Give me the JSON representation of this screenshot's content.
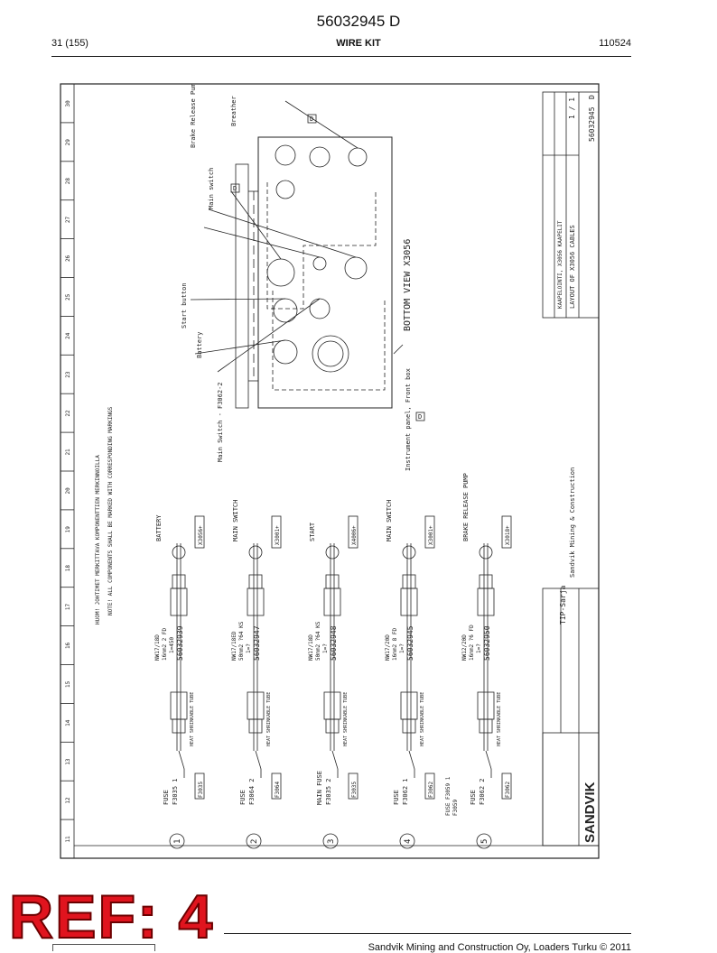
{
  "header": {
    "doc_number": "56032945 D",
    "page": "31 (155)",
    "title": "WIRE KIT",
    "date": "110524"
  },
  "stamp": {
    "text": "REF: 4"
  },
  "footer": {
    "text": "Sandvik Mining and Construction Oy, Loaders Turku © 2011"
  },
  "drawing": {
    "grid_numbers": [
      "30",
      "29",
      "28",
      "27",
      "26",
      "25",
      "24",
      "23",
      "22",
      "21",
      "20",
      "19",
      "18",
      "17",
      "16",
      "15",
      "14",
      "13",
      "12",
      "11"
    ],
    "notes": {
      "line1": "HUOM! JOHTIMET MERKITTAVA KOMPONENTTIEN MERKINNOILLA",
      "line2": "NOTE! ALL COMPONENTS SHALL BE MARKED WITH CORRESPONDING MARKINGS"
    },
    "bottom_view": {
      "title": "BOTTOM VIEW X3056",
      "labels": [
        "Breather",
        "Brake Release Pump",
        "Main switch",
        "Start button",
        "Battery",
        "Main Switch - F3062-2",
        "Instrument panel, Front box"
      ],
      "markers": [
        "D",
        "D",
        "D"
      ]
    },
    "cables": [
      {
        "number": "1",
        "left_label": "FUSE",
        "fuse": "F3035 1",
        "fuse_tag": "F3035",
        "wire": "NW17/18D",
        "area": "16mm2 2 FD",
        "length": "1=450",
        "part": "56032939",
        "right_label": "BATTERY",
        "right_tag": "X3056+"
      },
      {
        "number": "2",
        "left_label": "FUSE",
        "fuse": "F3064 2",
        "fuse_tag": "F3064",
        "wire": "NW17/18ED",
        "area": "50mm2 ?64 KS",
        "length": "1=?",
        "part": "56032947",
        "right_label": "MAIN SWITCH",
        "right_tag": "X3001+"
      },
      {
        "number": "3",
        "left_label": "MAIN FUSE",
        "fuse": "F3035 2",
        "fuse_tag": "F3035",
        "wire": "NW17/18D",
        "area": "50mm2 ?64 KS",
        "length": "1=?",
        "part": "56032948",
        "right_label": "START",
        "right_tag": "X4006+"
      },
      {
        "number": "4",
        "left_label": "FUSE",
        "fuse": "F3062 1",
        "fuse_tag": "F3062",
        "wire": "NW17/20D",
        "area": "16mm2 8 FD",
        "length": "1=?",
        "part": "56032945",
        "right_label": "MAIN SWITCH",
        "right_tag": "X3001+"
      },
      {
        "number": "5",
        "left_label": "FUSE",
        "fuse": "F3062 2",
        "fuse_tag": "F3062",
        "wire": "NW12/20D",
        "area": "16mm2 ?6 FD",
        "length": "1=?",
        "part": "56032950",
        "right_label": "BRAKE RELEASE PUMP",
        "right_tag": "X3018+"
      }
    ],
    "fuse_f3059": "FUSE F3059 1",
    "fuse_f3059_tag": "F3059",
    "heat_shrink_tube": "HEAT SHRINKABLE TUBE",
    "title_block": {
      "company": "SANDVIK",
      "series": "TIP-Sarja",
      "subtitle": "Sandvik Mining & Construction",
      "drawing_title_fi": "KAAPELOINTI, X3056 KAAPELIT",
      "drawing_title_en": "LAYOUT OF X3056 CABLES",
      "drawing_number": "56032945",
      "revision": "D",
      "sheet": "1 / 1"
    }
  }
}
